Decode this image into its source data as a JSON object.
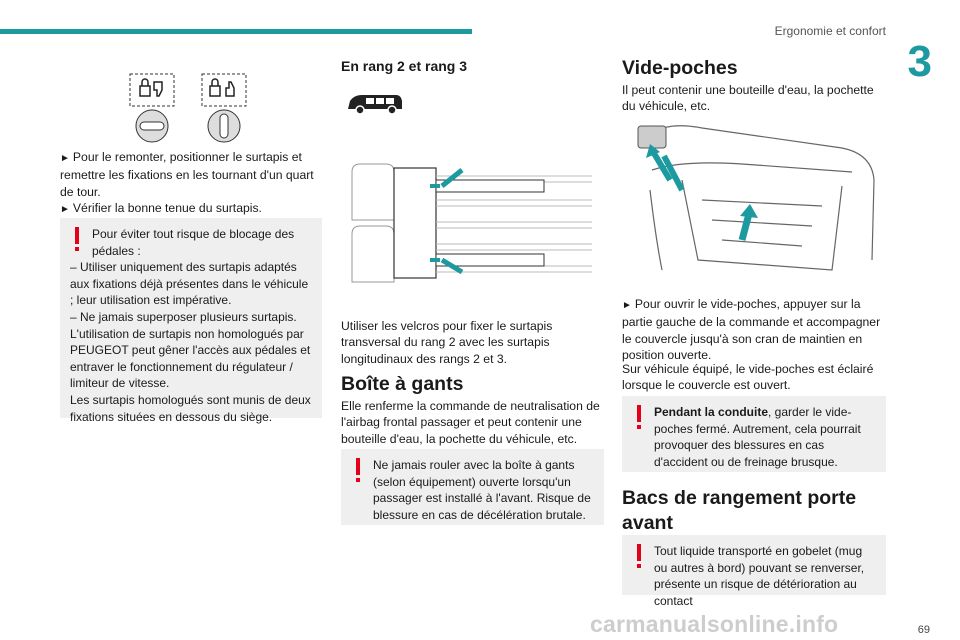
{
  "header": {
    "title": "Ergonomie et confort",
    "chapter_number": "3",
    "page_number": "69"
  },
  "col1": {
    "instructions": [
      "Pour le remonter, positionner le surtapis et remettre les fixations en les tournant d'un quart de tour.",
      "Vérifier la bonne tenue du surtapis."
    ],
    "warning": {
      "first_line": "Pour éviter tout risque de blocage des pédales :",
      "lines": [
        "– Utiliser uniquement des surtapis adaptés aux fixations déjà présentes dans le véhicule ; leur utilisation est impérative.",
        "– Ne jamais superposer plusieurs surtapis.",
        "L'utilisation de surtapis non homologués par PEUGEOT peut gêner l'accès aux pédales et entraver le fonctionnement du régulateur / limiteur de vitesse.",
        "Les surtapis homologués sont munis de deux fixations situées en dessous du siège."
      ]
    }
  },
  "col2": {
    "subtitle": "En rang 2 et rang 3",
    "velcro_text": "Utiliser les velcros pour fixer le surtapis transversal du rang 2 avec les surtapis longitudinaux des rangs 2 et 3.",
    "glovebox_title": "Boîte à gants",
    "glovebox_text": "Elle renferme la commande de neutralisation de l'airbag frontal passager et peut contenir une bouteille d'eau, la pochette du véhicule, etc.",
    "warning": {
      "first_line": "Ne jamais rouler avec la boîte à gants (selon équipement) ouverte lorsqu'un passager est installé à l'avant. Risque de blessure en cas de décélération brutale."
    }
  },
  "col3": {
    "title": "Vide-poches",
    "intro": "Il peut contenir une bouteille d'eau, la pochette du véhicule, etc.",
    "instruction": "Pour ouvrir le vide-poches, appuyer sur la partie gauche de la commande et accompagner le couvercle jusqu'à son cran de maintien en position ouverte.",
    "note": "Sur véhicule équipé, le vide-poches est éclairé lorsque le couvercle est ouvert.",
    "warning": {
      "bold": "Pendant la conduite",
      "rest": ", garder le vide-poches fermé. Autrement, cela pourrait provoquer des blessures en cas d'accident ou de freinage brusque."
    },
    "bins_title": "Bacs de rangement porte avant",
    "bins_warning": "Tout liquide transporté en gobelet (mug ou autres à bord) pouvant se renverser, présente un risque de détérioration au contact"
  },
  "watermark": "carmanualsonline.info",
  "colors": {
    "accent": "#1c9aa0",
    "warning_red": "#e3001b",
    "warning_bg": "#efefef"
  }
}
